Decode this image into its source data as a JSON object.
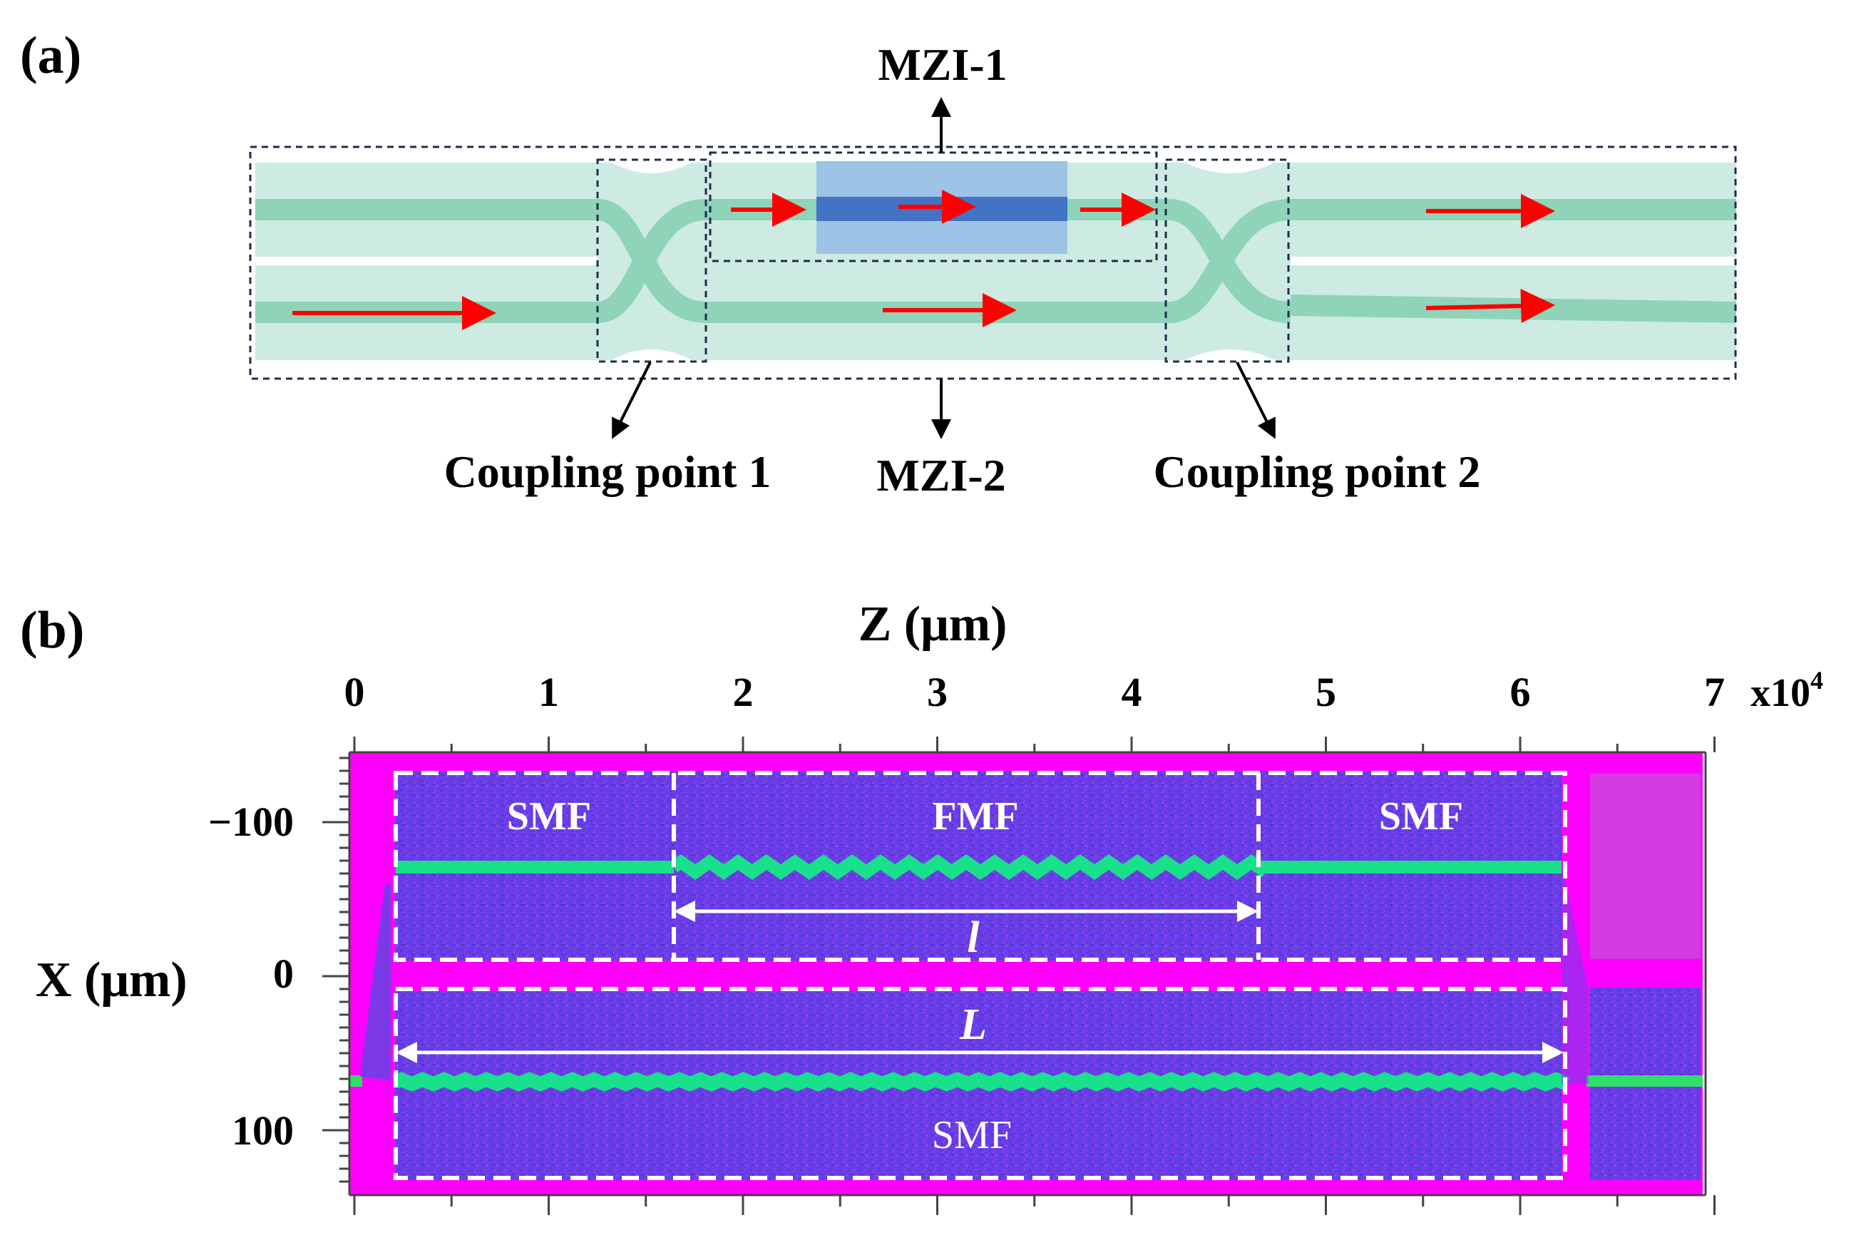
{
  "panel_a": {
    "label": "(a)",
    "mzi1_label": "MZI-1",
    "mzi2_label": "MZI-2",
    "coupling1_label": "Coupling point 1",
    "coupling2_label": "Coupling point 2"
  },
  "panel_b": {
    "label": "(b)",
    "x_axis_title": "Z (μm)",
    "x_ticks": [
      "0",
      "1",
      "2",
      "3",
      "4",
      "5",
      "6",
      "7"
    ],
    "x_multiplier": "x10",
    "x_multiplier_exp": "4",
    "y_axis_title": "X (μm)",
    "y_ticks": [
      "−100",
      "0",
      "100"
    ],
    "region_labels": {
      "smf_left": "SMF",
      "fmf": "FMF",
      "smf_right": "SMF",
      "smf_bottom": "SMF"
    },
    "length_short": "l",
    "length_long": "L"
  },
  "colors": {
    "cladding": "#cdebe2",
    "core": "#8fd3b8",
    "arrow": "#ff0000",
    "mzi_box": "#9dc3e6",
    "mzi_core": "#4472c4",
    "sim_background": "#ff00ff",
    "sim_field": "#6a3be6",
    "beam": "#19e08a",
    "dash_dark": "#1f2d4d"
  }
}
